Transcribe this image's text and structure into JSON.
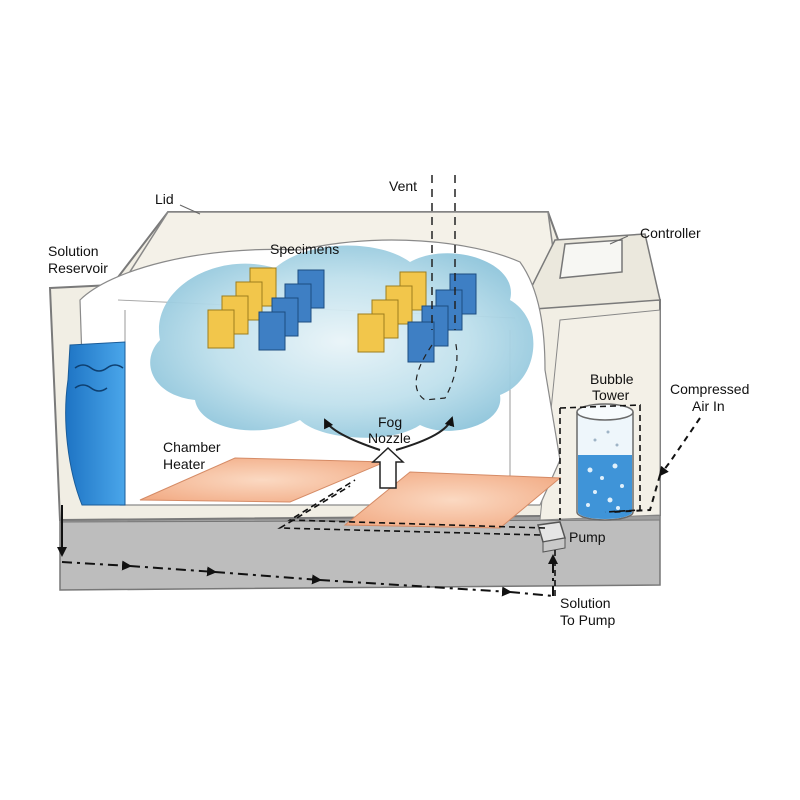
{
  "labels": {
    "lid": "Lid",
    "vent": "Vent",
    "specimens": "Specimens",
    "controller": "Controller",
    "solution_reservoir": [
      "Solution",
      "Reservoir"
    ],
    "bubble_tower": [
      "Bubble",
      "Tower"
    ],
    "compressed_air": [
      "Compressed",
      "Air In"
    ],
    "fog_nozzle": [
      "Fog",
      "Nozzle"
    ],
    "chamber_heater": [
      "Chamber",
      "Heater"
    ],
    "pump": "Pump",
    "solution_to_pump": [
      "Solution",
      "To Pump"
    ]
  },
  "colors": {
    "cabinet": "#f0ede3",
    "cabinet_outline": "#7a7a7a",
    "base": "#b8b8b8",
    "water": "#2f8fd8",
    "specimen_yellow": "#f2c64b",
    "specimen_blue": "#3e7fc4",
    "fog": "#9ccbe0",
    "heater": "#f4b48e",
    "flow_line": "#111111"
  },
  "icons": {
    "fog_nozzle": "nozzle-icon",
    "pump": "pump-box-icon",
    "bubble_tower": "cylinder-icon"
  }
}
